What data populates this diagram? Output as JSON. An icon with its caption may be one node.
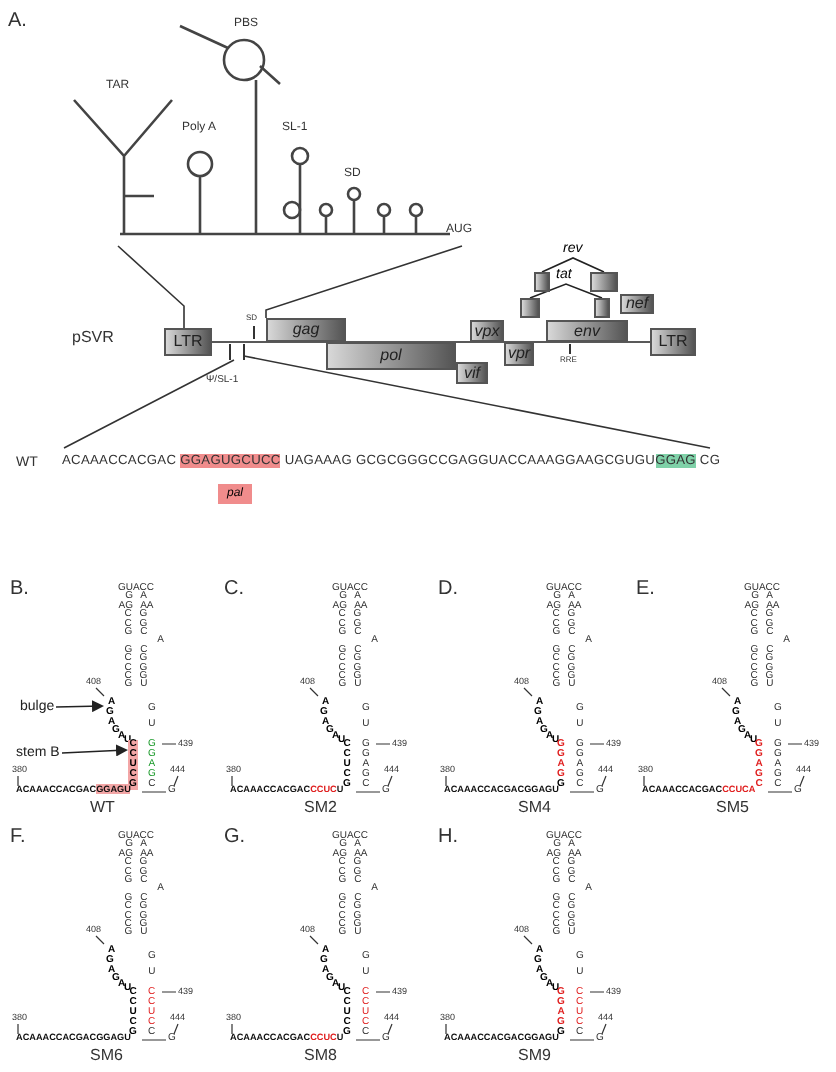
{
  "diagram": {
    "nodes": [
      {
        "text": [
          "LTR"
        ]
      },
      {
        "text": [
          "gag"
        ]
      },
      {
        "text": [
          "pol"
        ]
      },
      {
        "text": [
          "vif"
        ]
      },
      {
        "text": [
          "vpx"
        ]
      },
      {
        "text": [
          "vpr"
        ]
      },
      {
        "text": [],
        "shape": "box"
      },
      {
        "text": [],
        "shape": "box"
      },
      {
        "text": [],
        "shape": "box"
      },
      {
        "text": [],
        "shape": "box"
      },
      {
        "text": [
          "env"
        ]
      },
      {
        "text": [
          "nef"
        ]
      },
      {
        "text": [
          "LTR"
        ]
      },
      {
        "text": [
          "pal"
        ]
      },
      {
        "text": [
          "bulge"
        ]
      },
      {
        "text": [
          "stem B"
        ]
      },
      {
        "text": [
          "AGAGAU"
        ]
      },
      {
        "text": [
          "C C U C G"
        ]
      }
    ],
    "edges": [
      {
        "from": 6,
        "to": 7,
        "arrow": "none",
        "label": "rev"
      },
      {
        "from": 8,
        "to": 9,
        "arrow": "none",
        "label": "tat"
      },
      {
        "from": 14,
        "to": 16,
        "arrow": "to"
      },
      {
        "from": 15,
        "to": 17,
        "arrow": "to"
      },
      {
        "from": 0,
        "to": 12,
        "arrow": "none"
      }
    ],
    "labels": [
      "A.",
      "PBS",
      "TAR",
      "Poly A",
      "SL-1",
      "SD",
      "AUG",
      "pSVR",
      "SD",
      "RRE",
      "Ψ/SL-1",
      "WT",
      "ACAAACCACGAC GGAGUGCUCC UAGAAAG GCGCGGGCCGAGGUACCAAAGGAAGCGUGUGGAG CG",
      "B.",
      "GUACC",
      "G A",
      "AG AA",
      "C G",
      "C G",
      "G C",
      "A",
      "G C",
      "C G",
      "C G",
      "C G",
      "G U",
      "408",
      "G U",
      "G G A G C",
      "439",
      "380",
      "444",
      "G",
      "ACAAACCACGACGGAGU",
      "WT",
      "C.",
      "GUACC",
      "G A",
      "AG AA",
      "C G",
      "C G",
      "G C",
      "A",
      "G C",
      "C G",
      "C G",
      "C G",
      "G U",
      "408",
      "AGAGAU",
      "G U",
      "C C U C G",
      "G G A G C",
      "439",
      "380",
      "444",
      "G",
      "ACAAACCACGACCCUCU",
      "SM2",
      "D.",
      "GUACC",
      "G A",
      "AG AA",
      "C G",
      "C G",
      "G C",
      "A",
      "G C",
      "C G",
      "C G",
      "C G",
      "G U",
      "408",
      "AGAGAU",
      "G U",
      "G G A G G",
      "G G A G C",
      "439",
      "380",
      "444",
      "G",
      "ACAAACCACGACGGAGU",
      "SM4",
      "E.",
      "GUACC",
      "G A",
      "AG AA",
      "C G",
      "C G",
      "G C",
      "A",
      "G C",
      "C G",
      "C G",
      "C G",
      "G U",
      "408",
      "AGAGAU",
      "G U",
      "G G A G C",
      "G G A G C",
      "439",
      "380",
      "444",
      "G",
      "ACAAACCACGACCCUCA",
      "SM5",
      "F.",
      "GUACC",
      "G A",
      "AG AA",
      "C G",
      "C G",
      "G C",
      "A",
      "G C",
      "C G",
      "C G",
      "C G",
      "G U",
      "408",
      "AGAGAU",
      "G U",
      "C C U C G",
      "C C U C C",
      "439",
      "380",
      "444",
      "G",
      "ACAAACCACGACGGAGU",
      "SM6",
      "G.",
      "GUACC",
      "G A",
      "AG AA",
      "C G",
      "C G",
      "G C",
      "A",
      "G C",
      "C G",
      "C G",
      "C G",
      "G U",
      "408",
      "AGAGAU",
      "G U",
      "C C U C G",
      "C C U C C",
      "439",
      "380",
      "444",
      "G",
      "ACAAACCACGACCCUCU",
      "SM8",
      "H.",
      "GUACC",
      "G A",
      "AG AA",
      "C G",
      "C G",
      "G C",
      "A",
      "G C",
      "C G",
      "C G",
      "C G",
      "G U",
      "408",
      "AGAGAU",
      "G U",
      "G G A G G",
      "C C U C C",
      "439",
      "380",
      "444",
      "G",
      "ACAAACCACGACGGAGU",
      "SM9"
    ]
  }
}
